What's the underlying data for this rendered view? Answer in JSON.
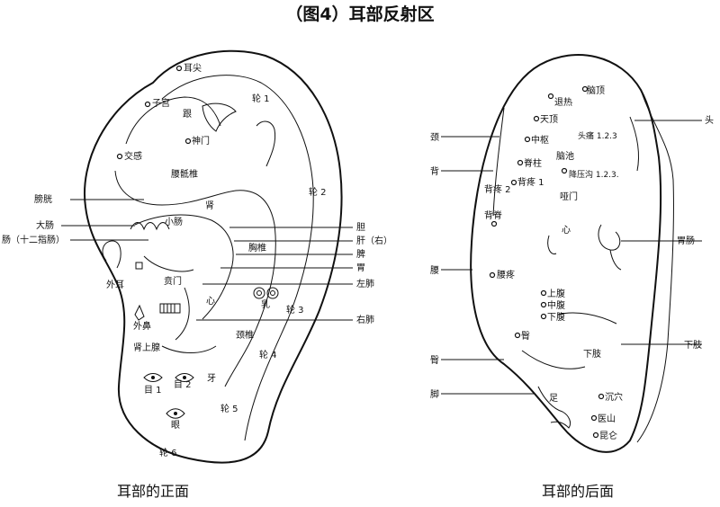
{
  "title": "（图4）耳部反射区",
  "front": {
    "caption": "耳部的正面",
    "labels": {
      "er_jian": "耳尖",
      "lun1": "轮 1",
      "zi_gong": "子宫",
      "gen": "跟",
      "shen_men": "神门",
      "jiao_gan": "交感",
      "yao_di_zhui": "腰骶椎",
      "lun2": "轮 2",
      "pang_guang": "膀胱",
      "shen": "肾",
      "da_chang": "大肠",
      "xiao_chang": "小肠",
      "shi_er_zhi_chang": "肠（十二指肠）",
      "dan": "胆",
      "gan": "肝（右）",
      "xiong_zhui": "胸椎",
      "pi": "脾",
      "wei": "胃",
      "wai_er": "外耳",
      "ben_men": "贲门",
      "zuo_fei": "左肺",
      "xin": "心",
      "ru": "乳",
      "lun3": "轮 3",
      "you_fei": "右肺",
      "wai_bi": "外鼻",
      "shen_shang_xian": "肾上腺",
      "jing_zhui": "颈椎",
      "lun4": "轮 4",
      "mu1": "目 1",
      "mu2": "目 2",
      "ya": "牙",
      "yan": "眼",
      "lun5": "轮 5",
      "lun6": "轮 6"
    }
  },
  "back": {
    "caption": "耳部的后面",
    "labels": {
      "nao_ding": "脑顶",
      "tui_re": "退热",
      "tou": "头",
      "jing": "颈",
      "tian_ding": "天顶",
      "tou_tong": "头痛 1.2.3",
      "zhong_shu": "中枢",
      "nao_chi": "脑池",
      "bei": "背",
      "ji_zhu": "脊柱",
      "jiang_ya_gou": "降压沟 1.2.3.",
      "bei_teng1": "背疼 1",
      "bei_teng2": "背疼 2",
      "ya_men": "哑门",
      "bei_ji": "背脊",
      "xin": "心",
      "wei_chang": "胃肠",
      "yao": "腰",
      "yao_teng": "腰疼",
      "shang_fu": "上腹",
      "zhong_fu": "中腹",
      "xia_fu": "下腹",
      "tun": "臀",
      "tun_mark": "臀",
      "xia_zhi": "下肢",
      "xia_zhi_r": "下肢",
      "jiao": "脚",
      "zu": "足",
      "chen_xue": "沉穴",
      "yi_shan": "医山",
      "kun_lun": "昆仑"
    }
  }
}
